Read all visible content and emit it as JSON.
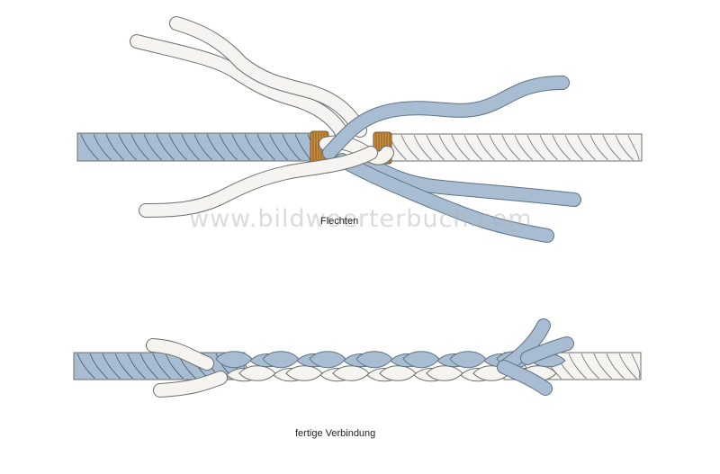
{
  "labels": {
    "step_splicing": "Flechten",
    "step_finished": "fertige Verbindung"
  },
  "watermark": "www.bildwoerterbuch.com",
  "colors": {
    "blue_strand": "#a9bdd2",
    "white_strand": "#f6f4f0",
    "outline": "#6f6f6f",
    "whipping": "#c98f3f",
    "background": "#ffffff"
  }
}
